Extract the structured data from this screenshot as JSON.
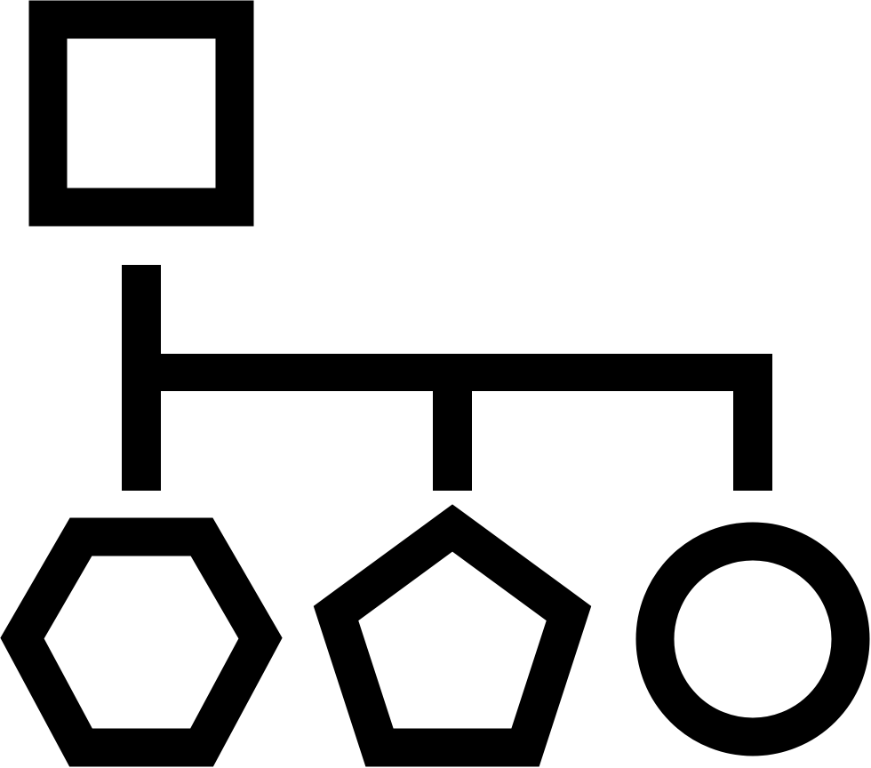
{
  "icon": {
    "name": "shapes-hierarchy-icon",
    "color": "#000000",
    "background": "#ffffff",
    "parent_shape": "square",
    "child_shapes": [
      "hexagon",
      "pentagon",
      "circle"
    ]
  }
}
